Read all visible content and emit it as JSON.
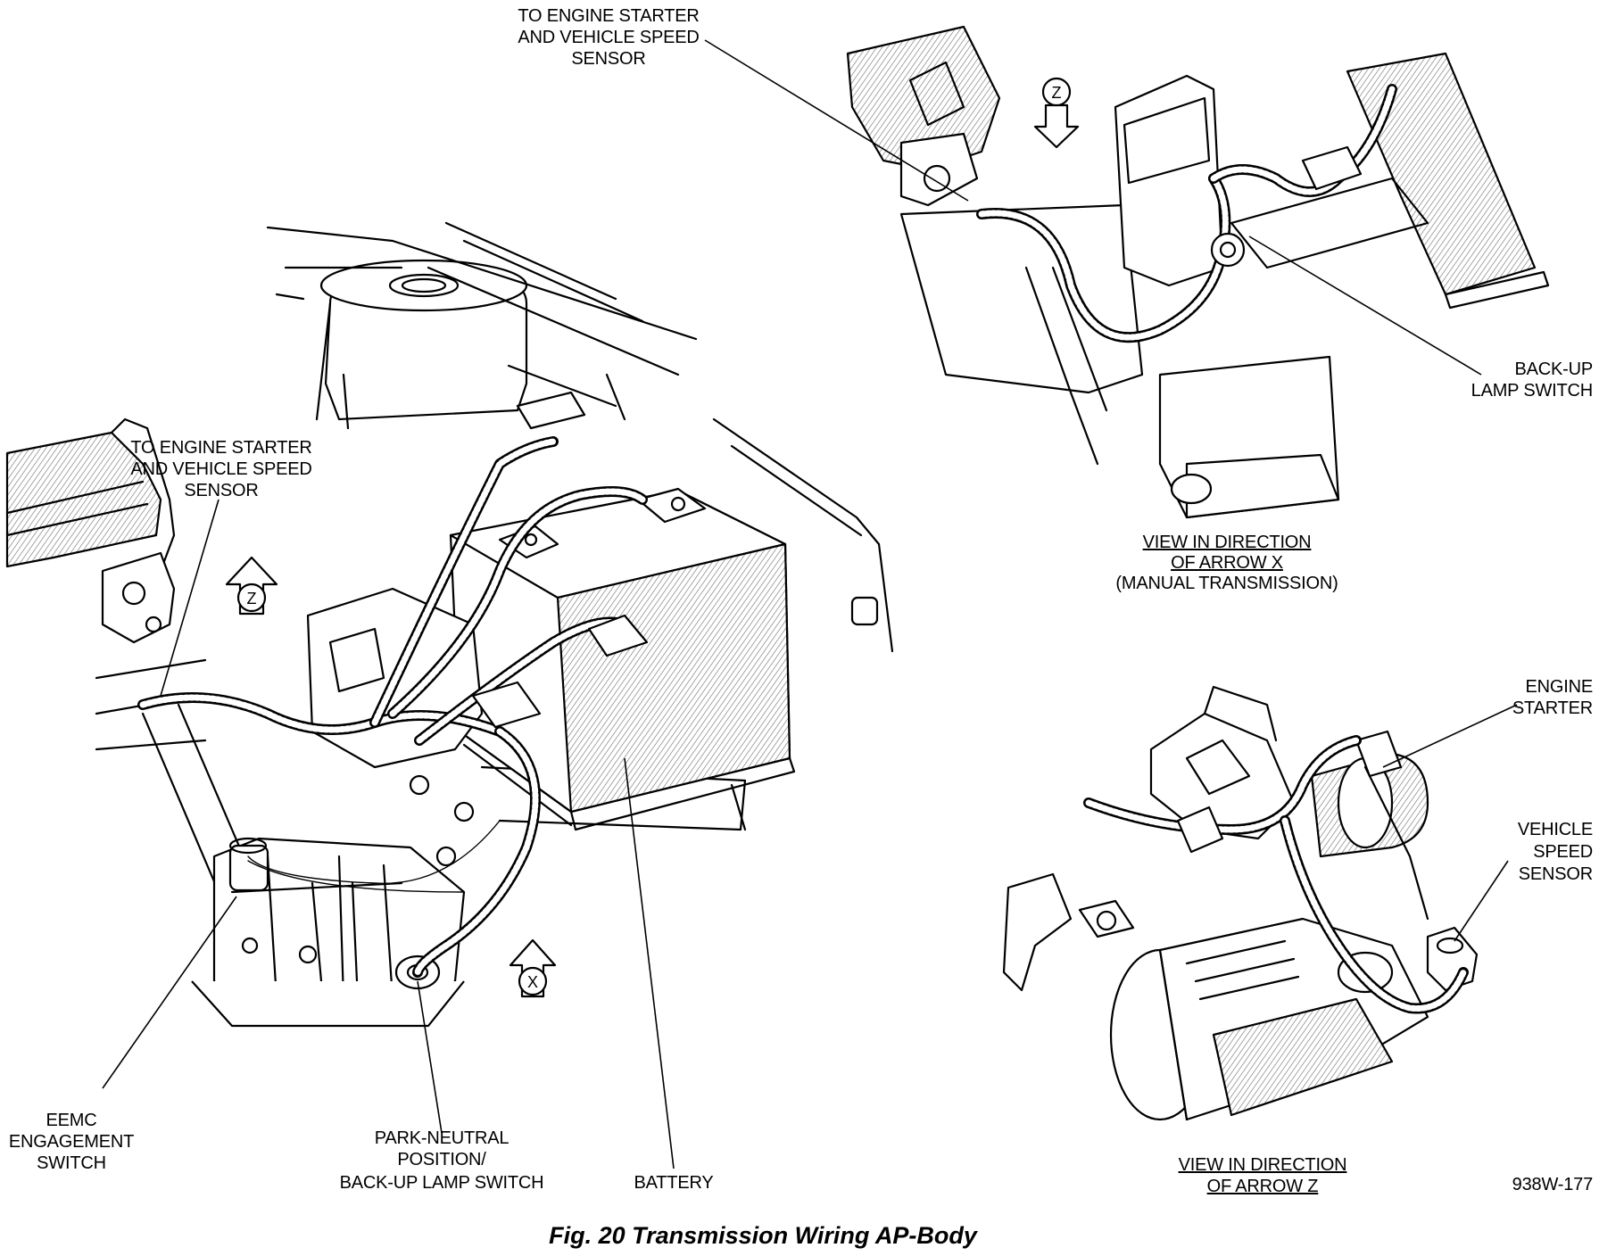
{
  "labels": {
    "top_starter": [
      "TO ENGINE STARTER",
      "AND VEHICLE SPEED",
      "SENSOR"
    ],
    "left_starter": [
      "TO ENGINE STARTER",
      "AND VEHICLE SPEED",
      "SENSOR"
    ],
    "backup_lamp": [
      "BACK-UP",
      "LAMP SWITCH"
    ],
    "eemc": [
      "EEMC",
      "ENGAGEMENT",
      "SWITCH"
    ],
    "park_neutral": [
      "PARK-NEUTRAL",
      "POSITION/",
      "BACK-UP LAMP SWITCH"
    ],
    "battery": "BATTERY",
    "engine_starter": [
      "ENGINE",
      "STARTER"
    ],
    "vehicle_speed": [
      "VEHICLE",
      "SPEED",
      "SENSOR"
    ],
    "view_x": [
      "VIEW IN DIRECTION",
      "OF ARROW X",
      "(MANUAL TRANSMISSION)"
    ],
    "view_z": [
      "VIEW IN DIRECTION",
      "OF ARROW Z"
    ],
    "part_number": "938W-177"
  },
  "arrows": {
    "z_main": "Z",
    "z_top": "Z",
    "x_main": "X"
  },
  "figure_title": "Fig. 20 Transmission Wiring AP-Body"
}
